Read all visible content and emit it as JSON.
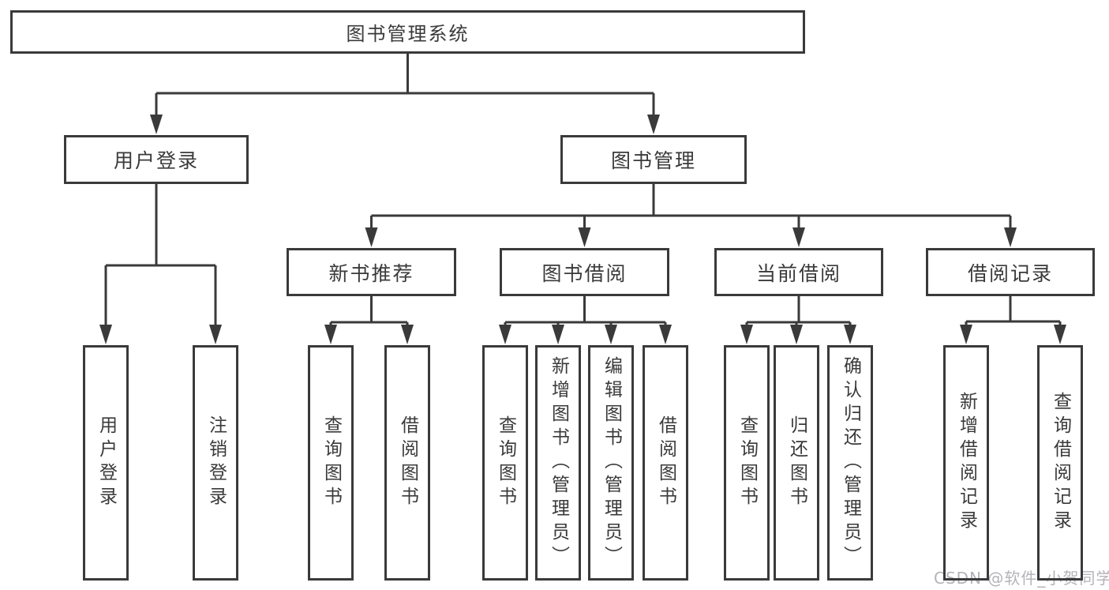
{
  "tree": {
    "root": {
      "label": "图书管理系统",
      "children": [
        {
          "label": "用户登录",
          "children": [
            {
              "label": "用户登录"
            },
            {
              "label": "注销登录"
            }
          ]
        },
        {
          "label": "图书管理",
          "children": [
            {
              "label": "新书推荐",
              "children": [
                {
                  "label": "查询图书"
                },
                {
                  "label": "借阅图书"
                }
              ]
            },
            {
              "label": "图书借阅",
              "children": [
                {
                  "label": "查询图书"
                },
                {
                  "label": "新增图书（管理员）"
                },
                {
                  "label": "编辑图书（管理员）"
                },
                {
                  "label": "借阅图书"
                }
              ]
            },
            {
              "label": "当前借阅",
              "children": [
                {
                  "label": "查询图书"
                },
                {
                  "label": "归还图书"
                },
                {
                  "label": "确认归还（管理员）"
                }
              ]
            },
            {
              "label": "借阅记录",
              "children": [
                {
                  "label": "新增借阅记录"
                },
                {
                  "label": "查询借阅记录"
                }
              ]
            }
          ]
        }
      ]
    }
  },
  "watermark": {
    "text": "CSDN @软件_小贺同学"
  },
  "colors": {
    "line": "#3a3a3a",
    "box_border": "#3a3a3a",
    "text": "#3a3a3a",
    "background": "#ffffff",
    "watermark": "#b3b3b9"
  }
}
